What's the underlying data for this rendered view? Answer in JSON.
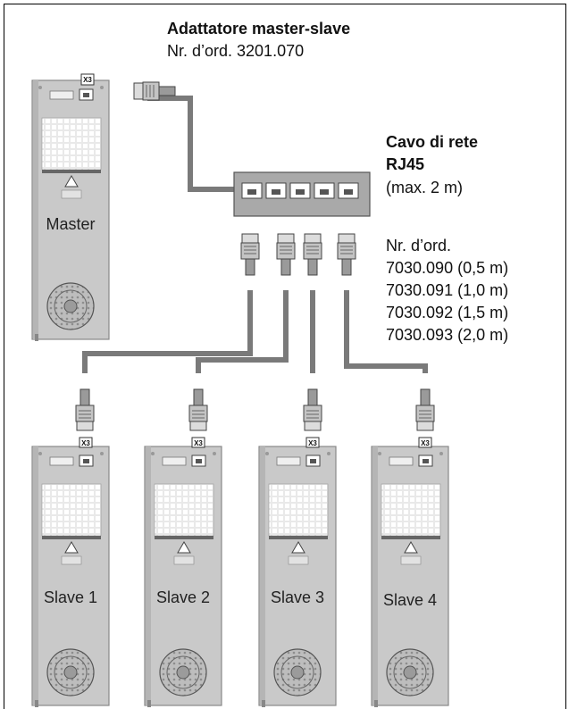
{
  "adapter": {
    "title": "Adattatore master-slave",
    "order": "Nr. d’ord. 3201.070"
  },
  "cable": {
    "title_line1": "Cavo di rete",
    "title_line2": "RJ45",
    "max_length": "(max. 2 m)",
    "order_label": "Nr. d’ord.",
    "orders": [
      "7030.090 (0,5 m)",
      "7030.091 (1,0 m)",
      "7030.092 (1,5 m)",
      "7030.093 (2,0 m)"
    ]
  },
  "devices": {
    "master": "Master",
    "slave_1": "Slave 1",
    "slave_2": "Slave 2",
    "slave_3": "Slave 3",
    "slave_4": "Slave 4",
    "port_label": "X3"
  },
  "colors": {
    "device_body": "#c7c7c7",
    "device_edge": "#8a8a8a",
    "cable": "#7a7a7a",
    "adapter": "#a9a9a9"
  }
}
